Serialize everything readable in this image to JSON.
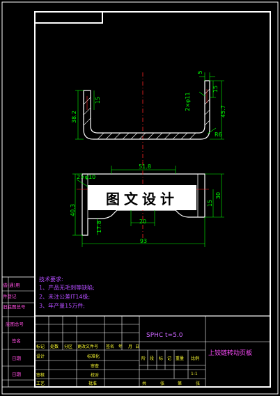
{
  "top_view_dims": {
    "overall_height": "45.7",
    "right_flange": "15",
    "thickness": "5",
    "hole_spec": "2×φ11",
    "left_height": "38.2",
    "left_flange": "15",
    "bend_radius": "R6"
  },
  "bottom_view_dims": {
    "hole_spec": "2×φ10",
    "hole_spacing": "51.8",
    "left_height": "40.3",
    "left_offset": "17.8",
    "bottom_gap": "20",
    "overall_width": "93",
    "right_height": "30",
    "right_offset": "15"
  },
  "watermark": "图文设计",
  "notes": {
    "heading": "技术要求:",
    "items": [
      "1、产品无毛刺等缺陷;",
      "2、未注公差IT14级;",
      "3、年产量15万件;"
    ]
  },
  "left_strip": [
    "借(通)用",
    "件登记",
    "旧底图总号",
    "底图总号",
    "签名",
    "日期",
    "日期"
  ],
  "title_block": {
    "material": "SPHC  t=5.0",
    "part_name": "上铰链转动页板",
    "row_headers": [
      "标记",
      "处数",
      "分区",
      "更改文件号",
      "签名",
      "年",
      "月",
      "日"
    ],
    "design": "设计",
    "standardize": "标准化",
    "review": "审核",
    "process": "工艺",
    "check": "校对",
    "approve": "批准",
    "proof": "审查",
    "stage_headers": [
      "阶",
      "段",
      "标",
      "记",
      "重量",
      "比例"
    ],
    "scale": "1:1",
    "sheet_info": [
      "共",
      "张",
      "第",
      "张"
    ]
  }
}
